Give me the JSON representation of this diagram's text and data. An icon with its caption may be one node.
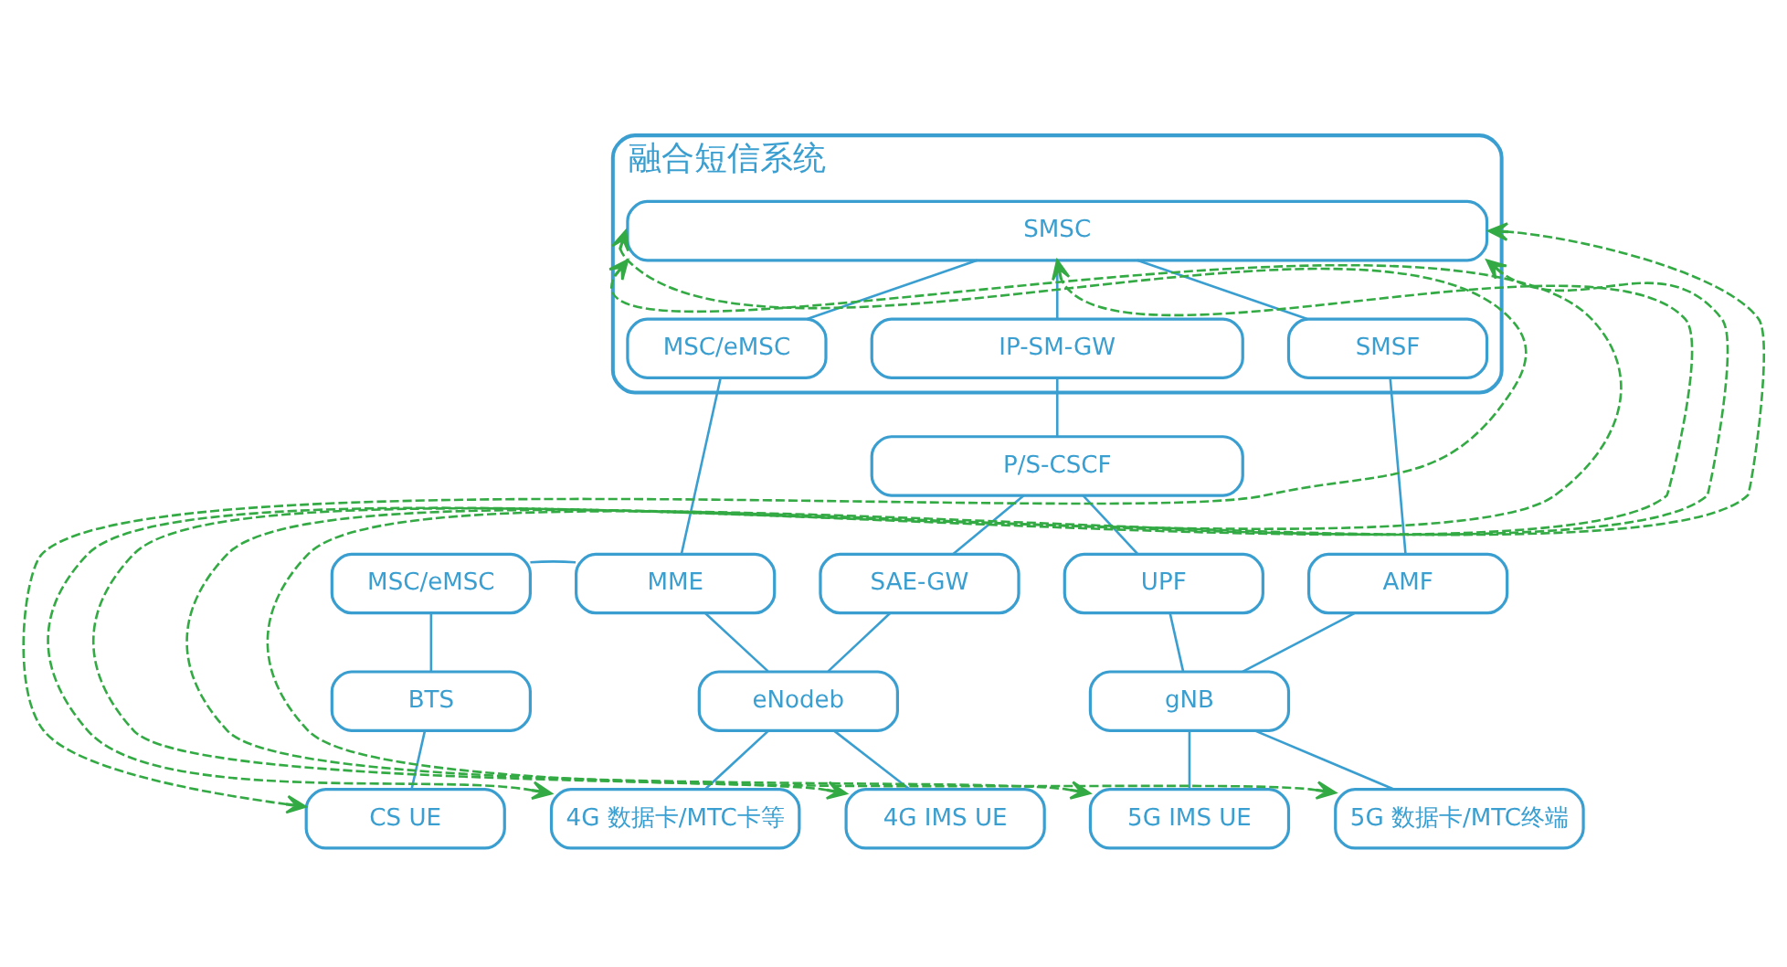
{
  "diagram": {
    "nodes": [
      {
        "text": [
          "融合短信系统"
        ]
      },
      {
        "text": [
          "SMSC"
        ],
        "in": 0
      },
      {
        "text": [
          "MSC/eMSC"
        ],
        "in": 0
      },
      {
        "text": [
          "IP-SM-GW"
        ],
        "in": 0
      },
      {
        "text": [
          "SMSF"
        ],
        "in": 0
      },
      {
        "text": [
          "P/S-CSCF"
        ]
      },
      {
        "text": [
          "MSC/eMSC"
        ]
      },
      {
        "text": [
          "MME"
        ]
      },
      {
        "text": [
          "SAE-GW"
        ]
      },
      {
        "text": [
          "UPF"
        ]
      },
      {
        "text": [
          "AMF"
        ]
      },
      {
        "text": [
          "BTS"
        ]
      },
      {
        "text": [
          "eNodeb"
        ]
      },
      {
        "text": [
          "gNB"
        ]
      },
      {
        "text": [
          "CS UE"
        ]
      },
      {
        "text": [
          "4G 数据卡/MTC卡等"
        ]
      },
      {
        "text": [
          "4G IMS UE"
        ]
      },
      {
        "text": [
          "5G IMS UE"
        ]
      },
      {
        "text": [
          "5G 数据卡/MTC终端"
        ]
      }
    ],
    "edges": [
      {
        "from": 1,
        "to": 2,
        "arrow": "none"
      },
      {
        "from": 1,
        "to": 3,
        "arrow": "none"
      },
      {
        "from": 1,
        "to": 4,
        "arrow": "none"
      },
      {
        "from": 2,
        "to": 7,
        "arrow": "none"
      },
      {
        "from": 3,
        "to": 5,
        "arrow": "none"
      },
      {
        "from": 4,
        "to": 10,
        "arrow": "none"
      },
      {
        "from": 5,
        "to": 8,
        "arrow": "none"
      },
      {
        "from": 5,
        "to": 9,
        "arrow": "none"
      },
      {
        "from": 6,
        "to": 7,
        "arrow": "none"
      },
      {
        "from": 6,
        "to": 11,
        "arrow": "none"
      },
      {
        "from": 11,
        "to": 14,
        "arrow": "none"
      },
      {
        "from": 7,
        "to": 12,
        "arrow": "none"
      },
      {
        "from": 8,
        "to": 12,
        "arrow": "none"
      },
      {
        "from": 12,
        "to": 15,
        "arrow": "none"
      },
      {
        "from": 12,
        "to": 16,
        "arrow": "none"
      },
      {
        "from": 9,
        "to": 13,
        "arrow": "none"
      },
      {
        "from": 10,
        "to": 13,
        "arrow": "none"
      },
      {
        "from": 13,
        "to": 17,
        "arrow": "none"
      },
      {
        "from": 13,
        "to": 18,
        "arrow": "none"
      },
      {
        "from": 14,
        "to": 1,
        "arrow": "both",
        "style": "dashed",
        "color": "#33aa44"
      },
      {
        "from": 15,
        "to": 1,
        "arrow": "both",
        "style": "dashed",
        "color": "#33aa44"
      },
      {
        "from": 16,
        "to": 1,
        "arrow": "both",
        "style": "dashed",
        "color": "#33aa44"
      },
      {
        "from": 17,
        "to": 1,
        "arrow": "both",
        "style": "dashed",
        "color": "#33aa44"
      },
      {
        "from": 18,
        "to": 1,
        "arrow": "both",
        "style": "dashed",
        "color": "#33aa44"
      }
    ]
  }
}
